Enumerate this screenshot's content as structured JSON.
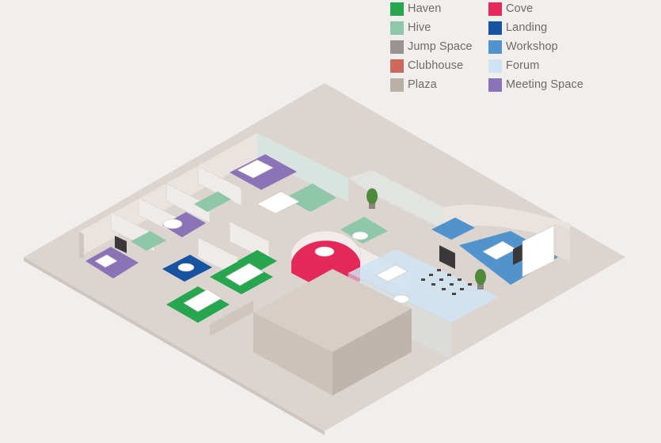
{
  "legend": {
    "items": [
      {
        "label": "Haven",
        "color": "#27a650"
      },
      {
        "label": "Hive",
        "color": "#8fc7ab"
      },
      {
        "label": "Jump Space",
        "color": "#9b9391"
      },
      {
        "label": "Clubhouse",
        "color": "#cd6a5e"
      },
      {
        "label": "Plaza",
        "color": "#bab0a8"
      },
      {
        "label": "Cove",
        "color": "#e4285a"
      },
      {
        "label": "Landing",
        "color": "#1653a0"
      },
      {
        "label": "Workshop",
        "color": "#5093cd"
      },
      {
        "label": "Forum",
        "color": "#cfe3f2"
      },
      {
        "label": "Meeting Space",
        "color": "#8a73b6"
      }
    ]
  },
  "zones": [
    {
      "type": "Meeting Space",
      "color": "#8a73b6"
    },
    {
      "type": "Meeting Space",
      "color": "#8a73b6"
    },
    {
      "type": "Meeting Space",
      "color": "#8a73b6"
    },
    {
      "type": "Hive",
      "color": "#8fc7ab"
    },
    {
      "type": "Hive",
      "color": "#8fc7ab"
    },
    {
      "type": "Hive",
      "color": "#8fc7ab"
    },
    {
      "type": "Hive",
      "color": "#8fc7ab"
    },
    {
      "type": "Haven",
      "color": "#27a650"
    },
    {
      "type": "Haven",
      "color": "#27a650"
    },
    {
      "type": "Haven",
      "color": "#27a650"
    },
    {
      "type": "Landing",
      "color": "#1653a0"
    },
    {
      "type": "Workshop",
      "color": "#5093cd"
    },
    {
      "type": "Workshop",
      "color": "#5093cd"
    },
    {
      "type": "Cove",
      "color": "#e4285a"
    },
    {
      "type": "Forum",
      "color": "#cfe3f2"
    }
  ],
  "icons": [
    "plant-icon",
    "plant-icon",
    "screen-icon",
    "screen-icon",
    "screen-icon"
  ]
}
